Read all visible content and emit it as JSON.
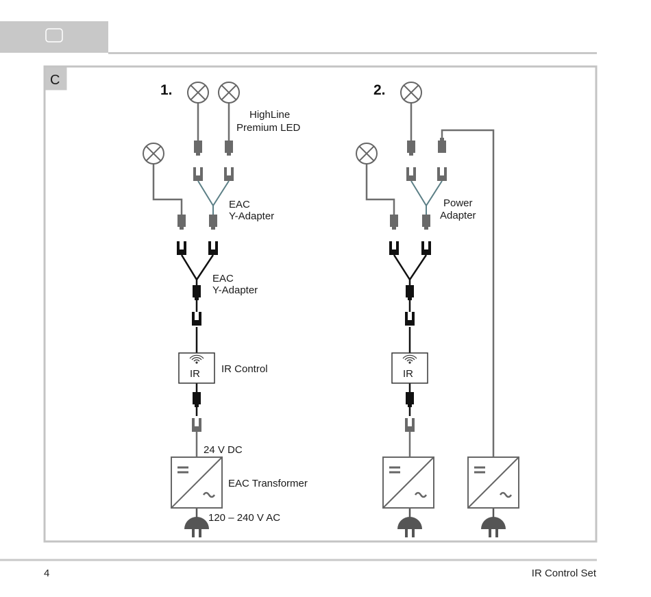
{
  "header": {
    "tab_icon": "rounded-square-icon"
  },
  "figure": {
    "section_letter": "C",
    "diagrams": [
      {
        "number": "1.",
        "labels": {
          "led": [
            "HighLine",
            "Premium LED"
          ],
          "y_adapter_upper": [
            "EAC",
            "Y-Adapter"
          ],
          "y_adapter_lower": [
            "EAC",
            "Y-Adapter"
          ],
          "ir_box": "IR",
          "ir_control": "IR Control",
          "dc_voltage": "24 V DC",
          "transformer": "EAC Transformer",
          "ac_voltage": "120 – 240 V AC"
        }
      },
      {
        "number": "2.",
        "labels": {
          "power_adapter": [
            "Power",
            "Adapter"
          ],
          "ir_box": "IR"
        }
      }
    ],
    "colors": {
      "gray_wire": "#6e6e6e",
      "teal_wire": "#5b7f86",
      "black_wire": "#111111",
      "frame": "#c4c4c4"
    }
  },
  "footer": {
    "page_number": "4",
    "title": "IR Control Set"
  }
}
